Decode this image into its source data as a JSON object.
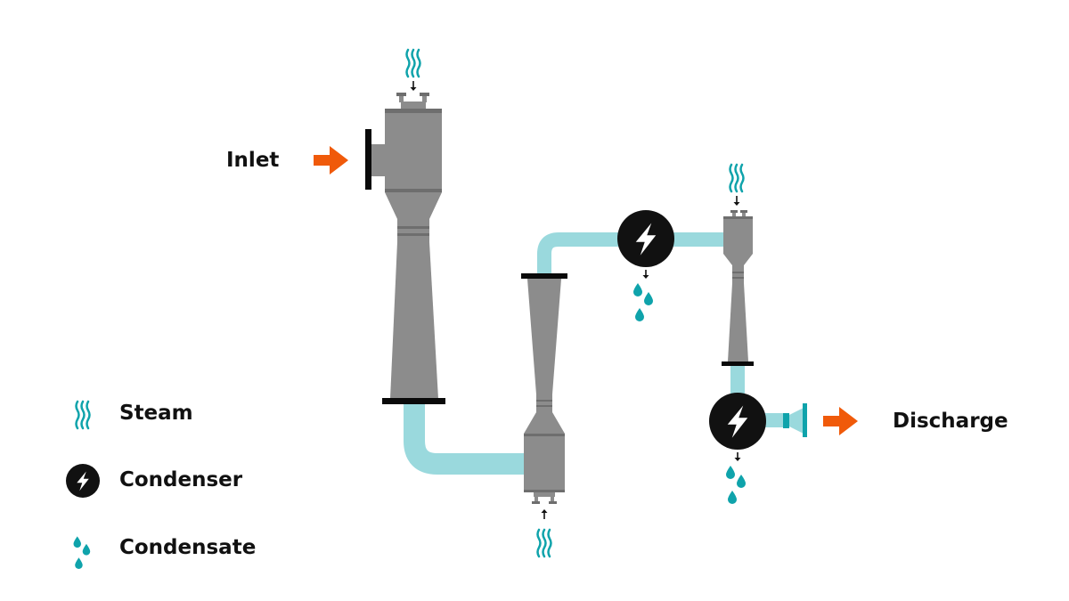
{
  "labels": {
    "inlet": "Inlet",
    "discharge": "Discharge"
  },
  "legend": {
    "items": [
      {
        "icon": "steam-icon",
        "label": "Steam"
      },
      {
        "icon": "condenser-icon",
        "label": "Condenser"
      },
      {
        "icon": "condensate-icon",
        "label": "Condensate"
      }
    ]
  },
  "colors": {
    "pipe": "#9ad9dd",
    "vessel": "#8c8c8c",
    "vessel_band": "#6e6e6e",
    "steam": "#0fa3ab",
    "condensate": "#0fa3ab",
    "arrow": "#f05a0a",
    "condenser": "#111111",
    "flange": "#0a0a0a"
  }
}
